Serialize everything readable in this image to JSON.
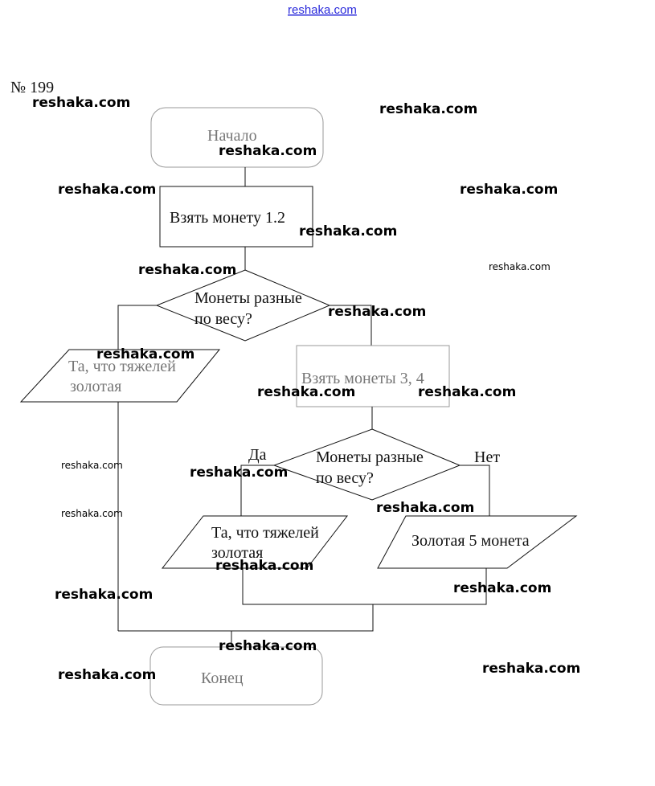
{
  "header_link": "reshaka.com",
  "problem_number": "№ 199",
  "watermark": "reshaka.com",
  "flowchart": {
    "start": "Начало",
    "step1": "Взять монету 1.2",
    "decision1": {
      "line1": "Монеты разные",
      "line2": "по весу?"
    },
    "output1": {
      "line1": "Та, что тяжелей",
      "line2": "золотая"
    },
    "step2": "Взять монеты 3, 4",
    "decision2": {
      "line1": "Монеты разные",
      "line2": "по весу?"
    },
    "yes_label": "Да",
    "no_label": "Нет",
    "output2": {
      "line1": "Та, что тяжелей",
      "line2": "золотая"
    },
    "output3": "Золотая 5 монета",
    "end": "Конец"
  }
}
